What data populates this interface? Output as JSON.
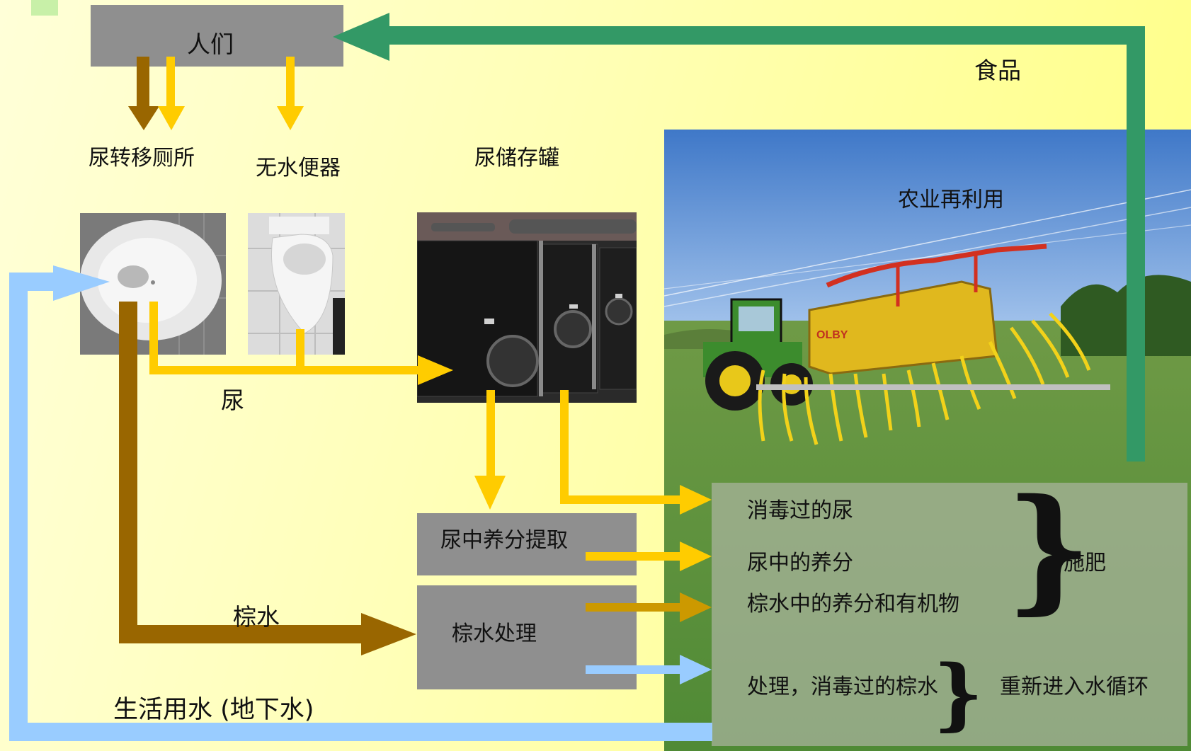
{
  "people_label": "人们",
  "food_label": "食品",
  "urine_diversion_toilet": "尿转移厕所",
  "waterless_urinal": "无水便器",
  "urine_storage_tank": "尿储存罐",
  "agricultural_reuse": "农业再利用",
  "urine_flow": "尿",
  "brownwater_flow": "棕水",
  "domestic_water": "生活用水 (地下水)",
  "urine_nutrient_extraction": "尿中养分提取",
  "brownwater_treatment": "棕水处理",
  "outputs": {
    "disinfected_urine": "消毒过的尿",
    "urine_nutrients": "尿中的养分",
    "brownwater_nutrients": "棕水中的养分和有机物",
    "treated_brownwater": "处理，消毒过的棕水",
    "fertilize": "施肥",
    "water_cycle": "重新进入水循环"
  },
  "tractor_brand": "OLBY",
  "colors": {
    "urine": "#ffcc00",
    "brownwater": "#996600",
    "water": "#99ccff",
    "food": "#339966",
    "box": "#8f8f8f",
    "background": "#ffffb4"
  }
}
